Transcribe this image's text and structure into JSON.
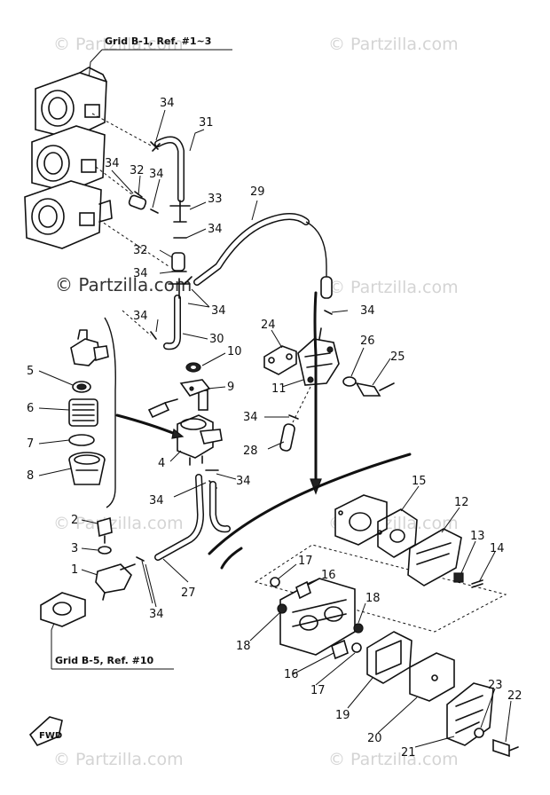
{
  "references": {
    "top": "Grid B-1, Ref. #1~3",
    "bottom": "Grid B-5, Ref. #10"
  },
  "watermark": {
    "text": "© Partzilla.com"
  },
  "callouts": {
    "c1": "1",
    "c2": "2",
    "c3": "3",
    "c4": "4",
    "c5": "5",
    "c6": "6",
    "c7": "7",
    "c8": "8",
    "c9": "9",
    "c10": "10",
    "c11": "11",
    "c12": "12",
    "c13": "13",
    "c14": "14",
    "c15": "15",
    "c16": "16",
    "c17": "17",
    "c18": "18",
    "c19": "19",
    "c20": "20",
    "c21": "21",
    "c22": "22",
    "c23": "23",
    "c24": "24",
    "c25": "25",
    "c26": "26",
    "c27": "27",
    "c28": "28",
    "c29": "29",
    "c30": "30",
    "c31": "31",
    "c32": "32",
    "c33": "33",
    "c34": "34"
  }
}
